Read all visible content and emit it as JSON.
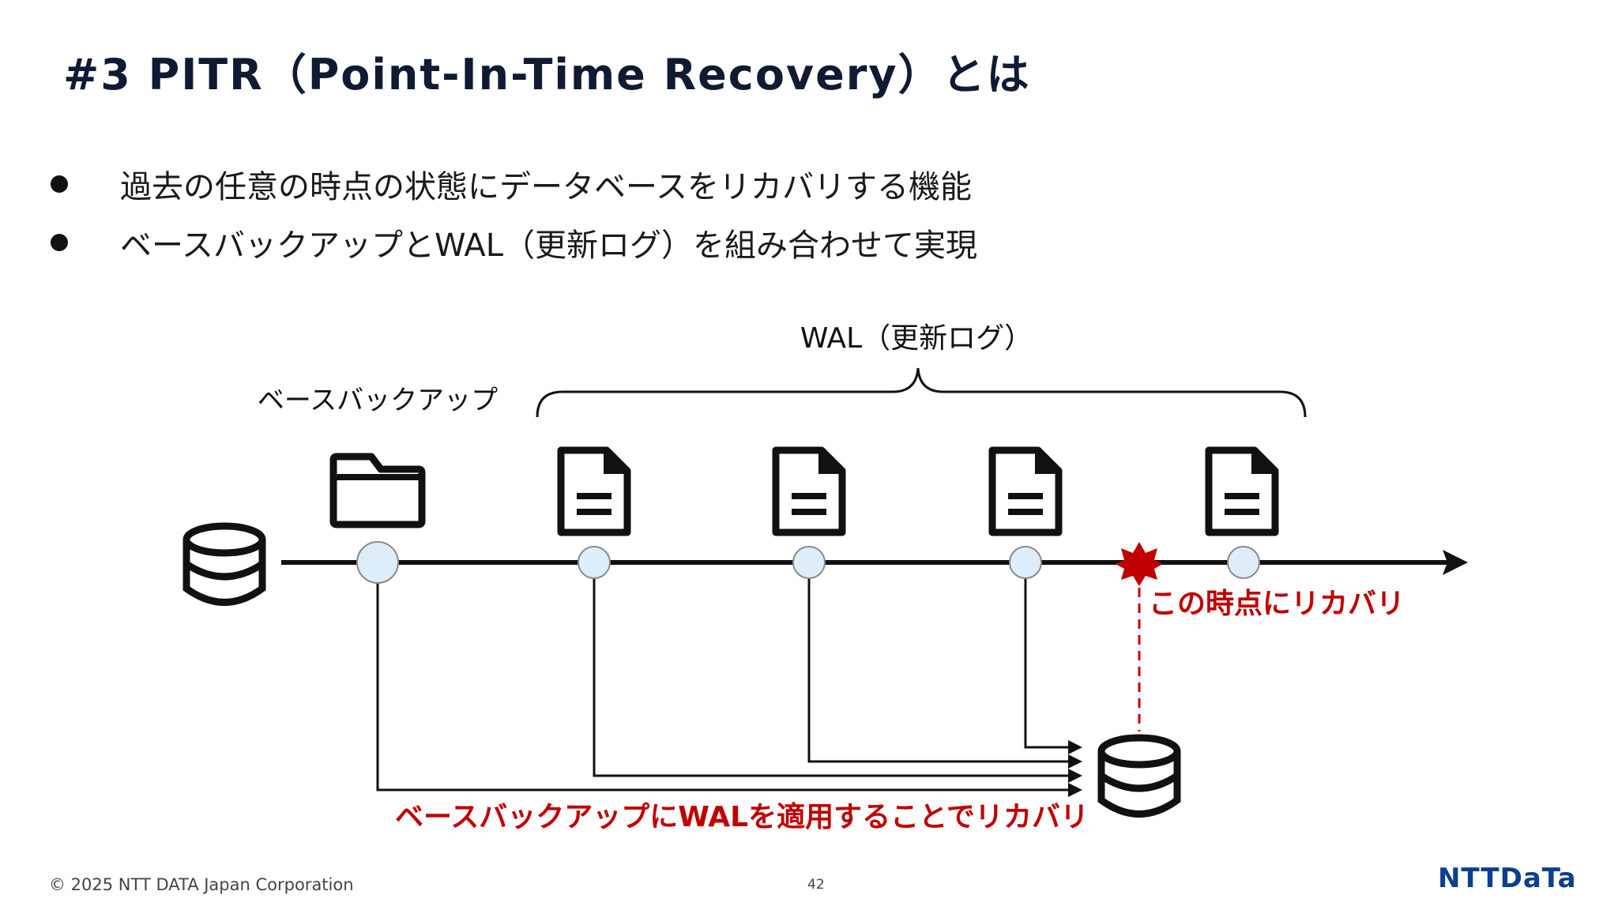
{
  "slide": {
    "title": "#3 PITR（Point-In-Time Recovery）とは",
    "bullets": [
      "過去の任意の時点の状態にデータベースをリカバリする機能",
      "ベースバックアップとWAL（更新ログ）を組み合わせて実現"
    ]
  },
  "diagram": {
    "wal_label": "WAL（更新ログ）",
    "base_backup_label": "ベースバックアップ",
    "recovery_point_label": "この時点にリカバリ",
    "apply_label": "ベースバックアップにWALを適用することでリカバリ",
    "icons": {
      "source_db": "database-icon",
      "base_backup": "folder-icon",
      "wal_file": "document-icon",
      "recovered_db": "database-icon",
      "recovery_point": "star-burst-icon"
    },
    "colors": {
      "accent_red": "#c00000",
      "node_fill": "#ddeefa",
      "line": "#111111"
    }
  },
  "footer": {
    "copyright": "© 2025 NTT DATA Japan Corporation",
    "page_number": "42",
    "logo_text": "NTTDaTa"
  }
}
